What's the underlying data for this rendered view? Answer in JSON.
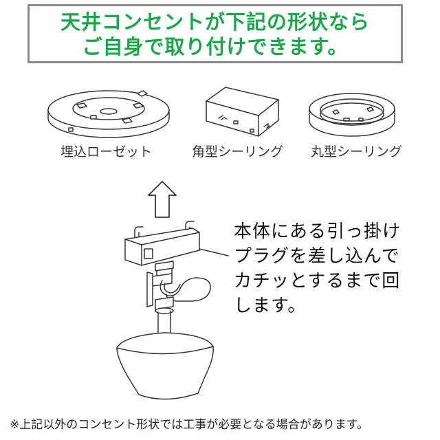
{
  "banner": {
    "line1": "天井コンセントが下記の形状なら",
    "line2": "ご自身で取り付けできます。"
  },
  "outlets": [
    {
      "label": "埋込ローゼット"
    },
    {
      "label": "角型シーリング"
    },
    {
      "label": "丸型シーリング"
    }
  ],
  "instruction": [
    "本体にある引っ掛け",
    "プラグを差し込んで",
    "カチッとするまで回",
    "します。"
  ],
  "footnote": "※上記以外のコンセント形状では工事が必要となる場合があります。",
  "colors": {
    "banner_text": "#18a84a",
    "banner_border": "#8a8a8a",
    "line_art": "#333333"
  }
}
